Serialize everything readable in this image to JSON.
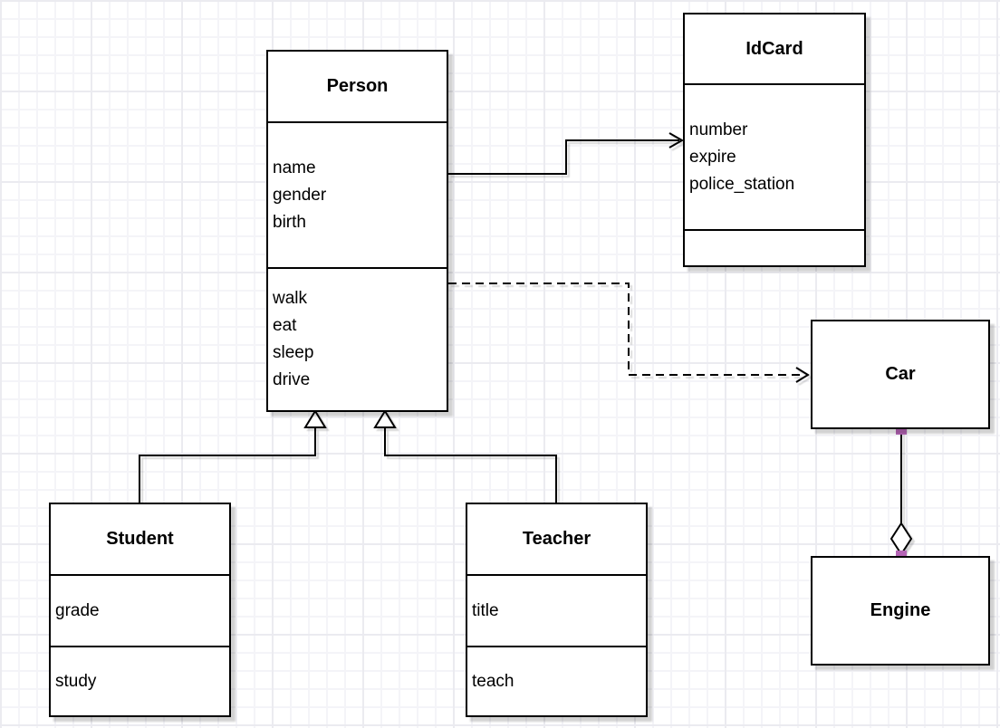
{
  "canvas": {
    "background": "#ffffff",
    "grid_minor_color": "#f4f4f8",
    "grid_major_color": "#ebebf0",
    "line_color": "#000000",
    "endpoint_marker_color": "#b565b5"
  },
  "classes": {
    "person": {
      "title": "Person",
      "attributes": [
        "name",
        "gender",
        "birth"
      ],
      "methods": [
        "walk",
        "eat",
        "sleep",
        "drive"
      ]
    },
    "idcard": {
      "title": "IdCard",
      "attributes": [
        "number",
        "expire",
        "police_station"
      ],
      "methods": []
    },
    "car": {
      "title": "Car"
    },
    "engine": {
      "title": "Engine"
    },
    "student": {
      "title": "Student",
      "attributes": [
        "grade"
      ],
      "methods": [
        "study"
      ]
    },
    "teacher": {
      "title": "Teacher",
      "attributes": [
        "title"
      ],
      "methods": [
        "teach"
      ]
    }
  },
  "relationships": [
    {
      "type": "association",
      "from": "Person",
      "to": "IdCard",
      "line": "solid",
      "arrow": "open"
    },
    {
      "type": "dependency",
      "from": "Person",
      "to": "Car",
      "line": "dashed",
      "arrow": "open"
    },
    {
      "type": "generalization",
      "from": "Student",
      "to": "Person",
      "line": "solid",
      "arrow": "hollow-triangle"
    },
    {
      "type": "generalization",
      "from": "Teacher",
      "to": "Person",
      "line": "solid",
      "arrow": "hollow-triangle"
    },
    {
      "type": "aggregation",
      "from": "Car",
      "to": "Engine",
      "line": "solid",
      "arrow": "hollow-diamond"
    }
  ]
}
